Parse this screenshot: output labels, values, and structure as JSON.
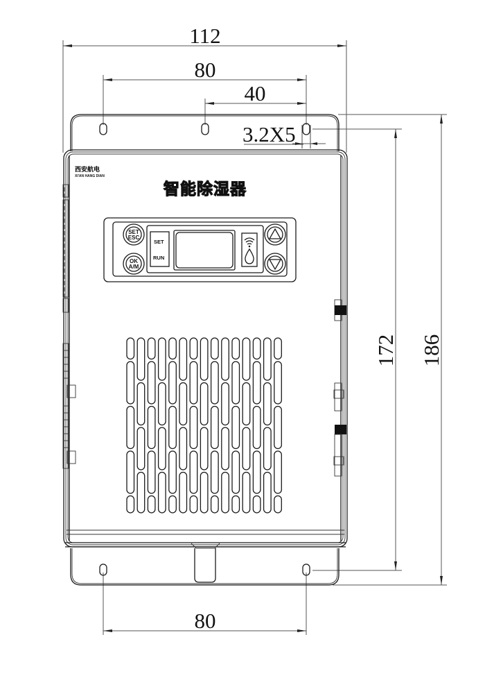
{
  "drawing": {
    "product_title": "智能除湿器",
    "logo": {
      "chinese": "西安航电",
      "english": "XI'AN HANG DIAN"
    }
  },
  "dimensions": {
    "overall_width": "112",
    "top_hole_spacing": "80",
    "half_hole_spacing": "40",
    "slot_size": "3.2X5",
    "bottom_hole_spacing": "80",
    "hole_vertical_spacing": "172",
    "overall_height": "186"
  },
  "control_panel": {
    "buttons": {
      "set_esc": [
        "SET",
        "ESC"
      ],
      "ok_am": [
        "OK",
        "A/M"
      ],
      "up": "up-arrow",
      "down": "down-arrow"
    },
    "status_labels": {
      "set": "SET",
      "run": "RUN"
    },
    "indicators": [
      "wifi-icon",
      "water-drop-icon"
    ]
  },
  "vent": {
    "columns": 15
  }
}
